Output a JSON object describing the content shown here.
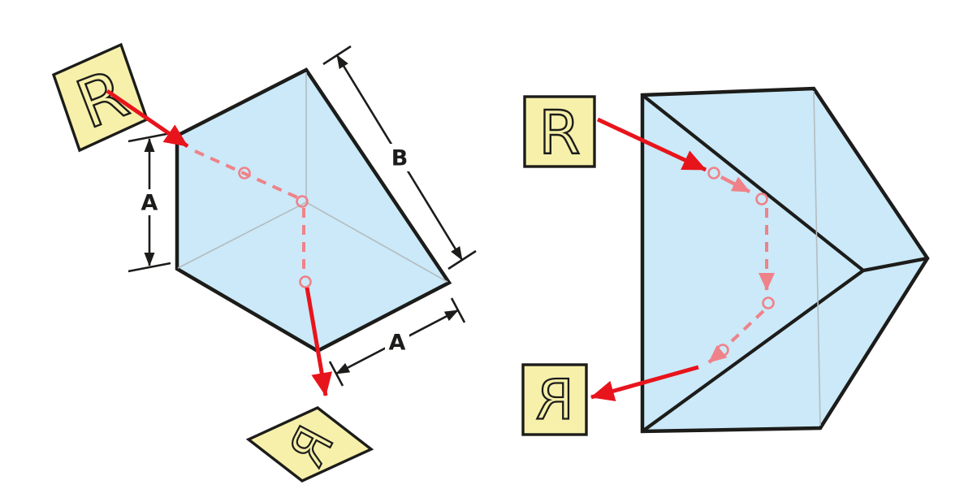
{
  "colors": {
    "background": "#ffffff",
    "prism_fill": "#cbe9f8",
    "outline": "#1c1c1a",
    "hidden_edge": "#b4bcc0",
    "card_fill": "#f6f0aa",
    "beam_red": "#e8141c",
    "beam_pink": "#ef8289",
    "dim_color": "#1c1c1a"
  },
  "left": {
    "input_label": "R",
    "output_label": "R",
    "dim_a_vertical": "A",
    "dim_b": "B",
    "dim_a_bottom": "A"
  },
  "right": {
    "input_label": "R",
    "output_label": "R"
  }
}
